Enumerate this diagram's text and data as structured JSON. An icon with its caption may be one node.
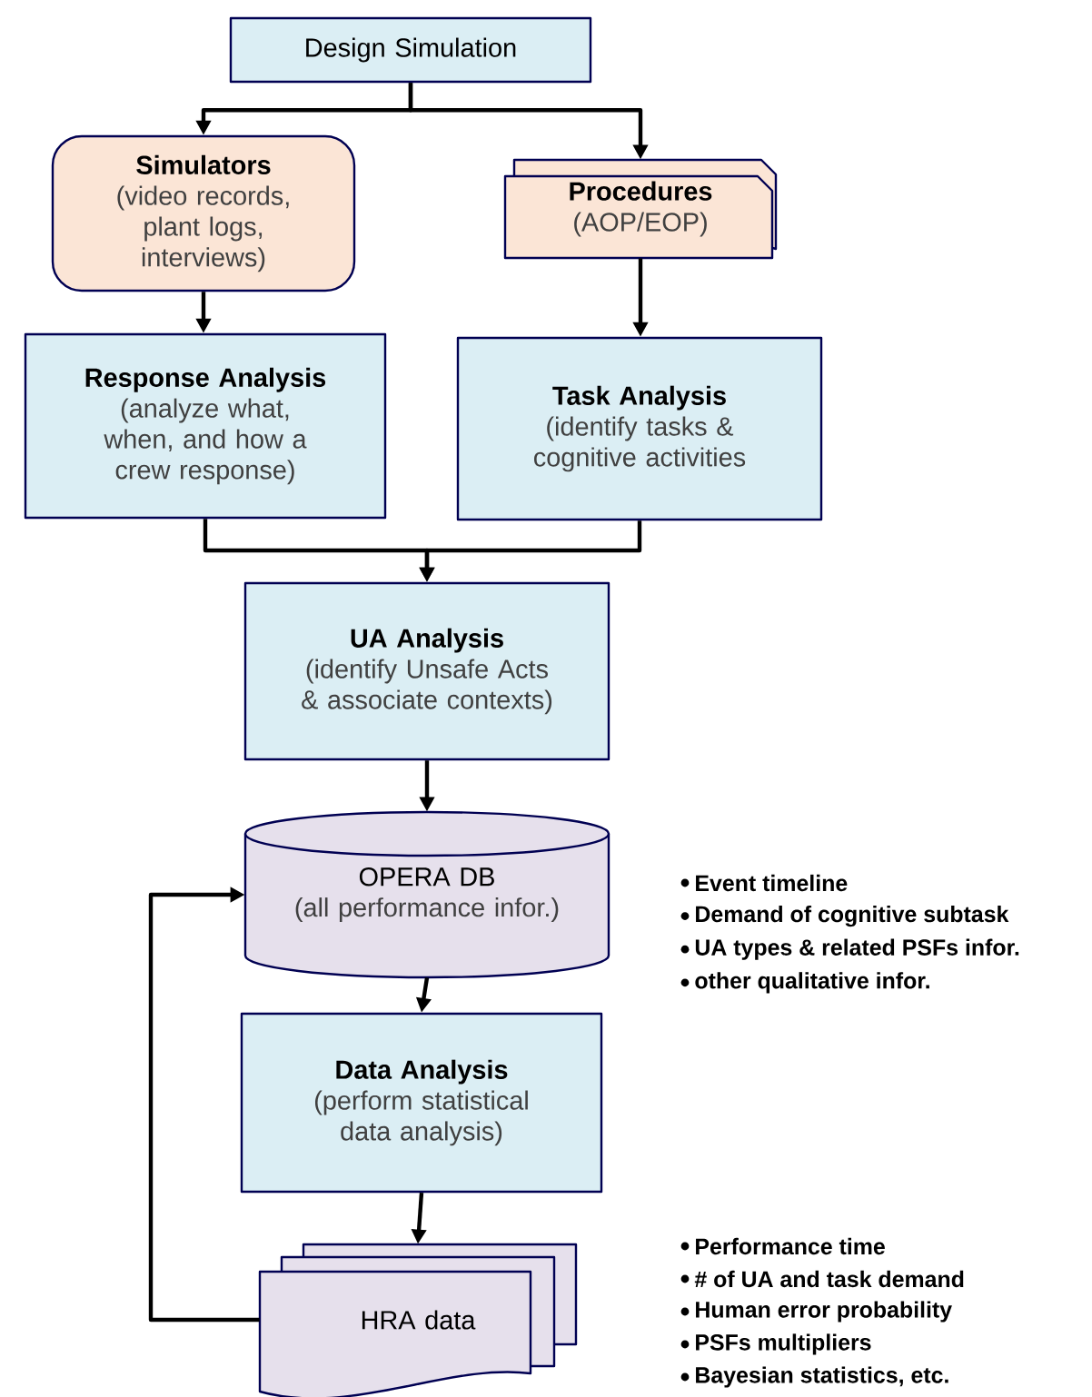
{
  "diagram": {
    "nodes": [
      {
        "text": [
          "Design Simulation"
        ]
      },
      {
        "text": [
          "Simulators",
          "(video records, plant logs, interviews)"
        ]
      },
      {
        "text": [
          "Procedures",
          "(AOP/EOP)"
        ]
      },
      {
        "text": [
          "Response Analysis",
          "(analyze what, when, and how a crew response)"
        ]
      },
      {
        "text": [
          "Task Analysis",
          "(identify tasks & cognitive activities"
        ]
      },
      {
        "text": [
          "UA Analysis",
          "(identify Unsafe Acts & associate contexts)"
        ]
      },
      {
        "text": [
          "OPERA DB",
          "(all performance infor.)"
        ]
      },
      {
        "text": [
          "Data Analysis",
          "(perform statistical data analysis)"
        ]
      },
      {
        "text": [
          "HRA data"
        ]
      }
    ],
    "edges": [
      {
        "from": 0,
        "to": 1,
        "arrow": "to"
      },
      {
        "from": 0,
        "to": 2,
        "arrow": "to"
      },
      {
        "from": 1,
        "to": 3,
        "arrow": "to"
      },
      {
        "from": 2,
        "to": 4,
        "arrow": "to"
      },
      {
        "from": 3,
        "to": 5,
        "arrow": "to"
      },
      {
        "from": 4,
        "to": 5,
        "arrow": "to"
      },
      {
        "from": 5,
        "to": 6,
        "arrow": "to"
      },
      {
        "from": 6,
        "to": 7,
        "arrow": "to"
      },
      {
        "from": 7,
        "to": 8,
        "arrow": "to"
      },
      {
        "from": 8,
        "to": 6,
        "arrow": "to"
      }
    ],
    "labels": [
      "Event timeline",
      "Demand of cognitive subtask",
      "UA types & related PSFs infor.",
      "other qualitative infor.",
      "Performance time",
      "# of UA and task demand",
      "Human error probability",
      "PSFs multipliers",
      "Bayesian statistics, etc."
    ]
  }
}
